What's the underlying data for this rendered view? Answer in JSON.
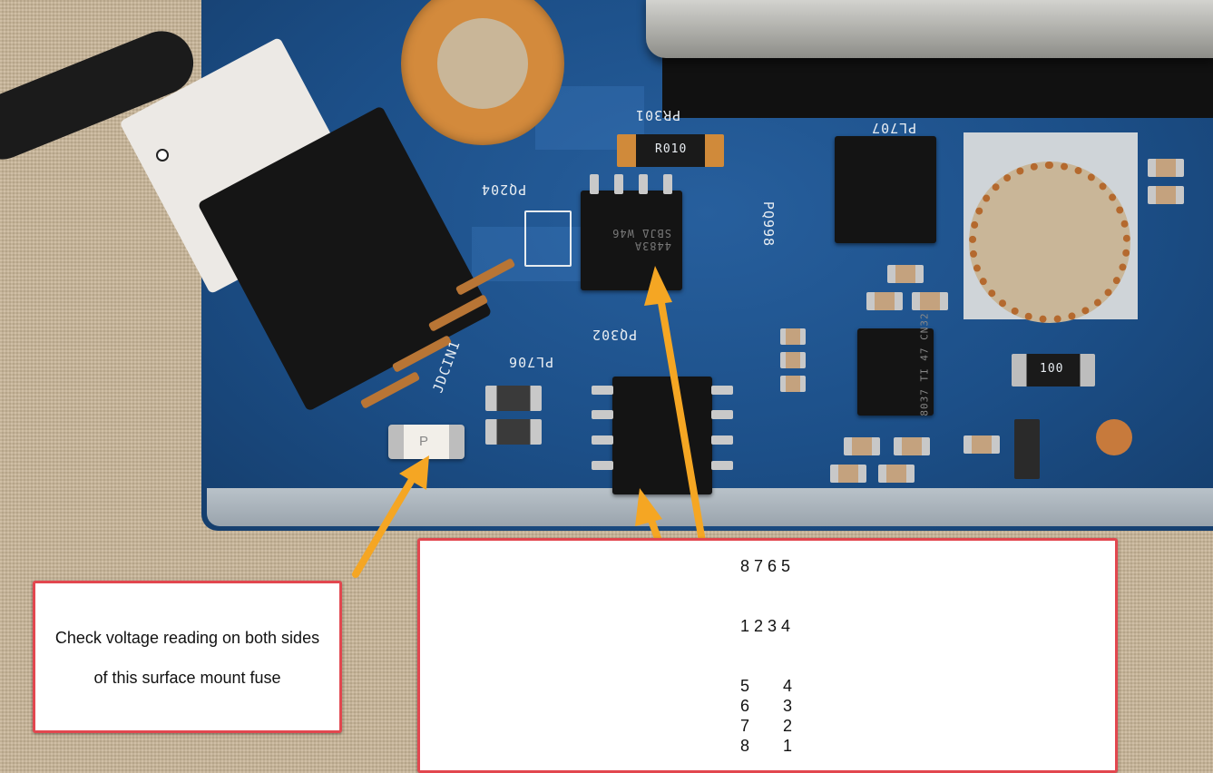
{
  "note": {
    "line1": "Check voltage reading on both sides",
    "line2": "of this surface mount fuse"
  },
  "pinout": {
    "top_row": "8 7 6 5",
    "bottom_row": "1 2 3 4",
    "left_column": [
      "5",
      "6",
      "7",
      "8"
    ],
    "right_column": [
      "4",
      "3",
      "2",
      "1"
    ]
  },
  "board_labels": {
    "connector": "JDCIN1",
    "pq204": "PQ204",
    "pq998": "PQ998",
    "pq302": "PQ302",
    "pl706": "PL706",
    "pl707": "PL707",
    "pr301": "PR301",
    "resistor_r010": "R010",
    "resistor_100": "100",
    "fuse_mark": "P",
    "chip_top": "4483A SBJΔ W46",
    "ic_marking": "8037 TI 47 CN32"
  },
  "colors": {
    "box_border": "#e2474f",
    "arrow": "#f5a623",
    "pcb": "#1c4f88"
  },
  "icons": {
    "arrow_to_fuse": "arrow-icon",
    "arrow_to_top_chip": "arrow-icon",
    "arrow_to_bottom_chip": "arrow-icon",
    "cursor": "zoom-cursor-icon"
  }
}
